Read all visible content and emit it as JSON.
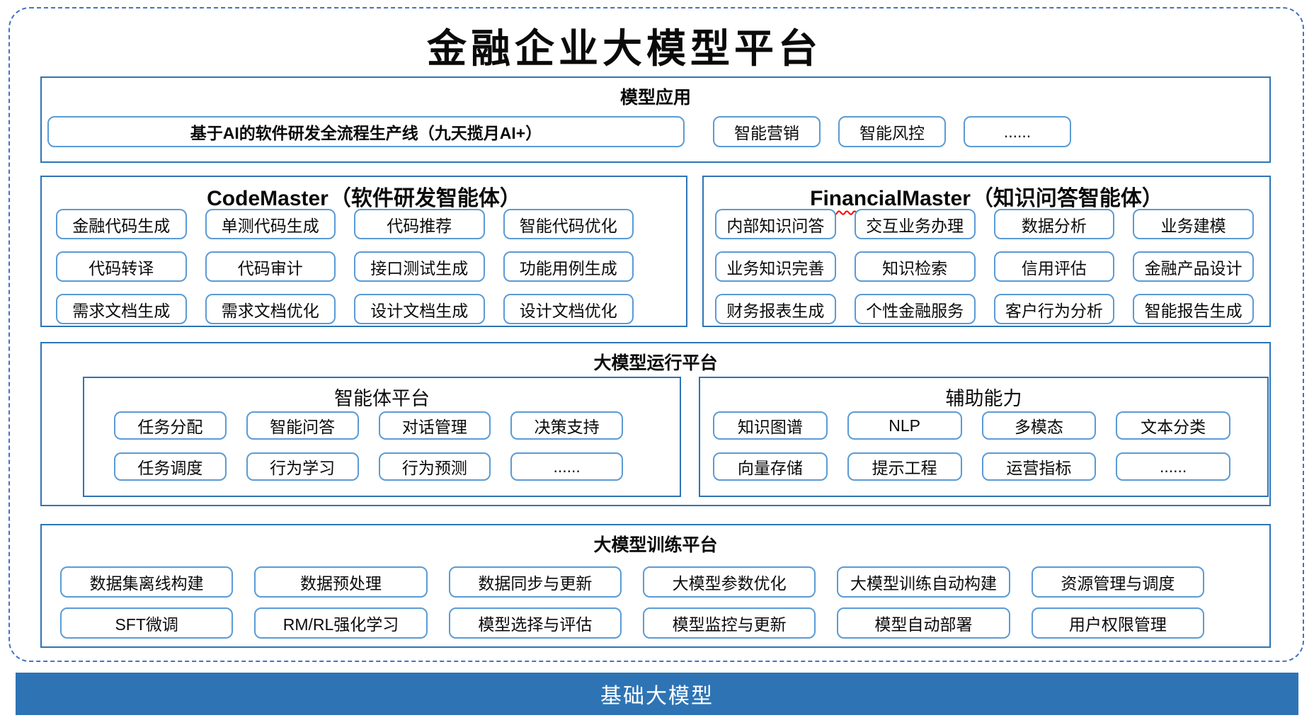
{
  "title": "金融企业大模型平台",
  "colors": {
    "section_border": "#2E74B5",
    "pill_border": "#5B9BD5",
    "dashed_frame": "#4472C4",
    "squiggle_red": "#FF0000",
    "base_bar_bg": "#2E74B5",
    "base_bar_text": "#FFFFFF"
  },
  "model_app": {
    "header": "模型应用",
    "pipeline": "基于AI的软件研发全流程生产线（九天揽月AI+）",
    "items": [
      "智能营销",
      "智能风控",
      "......"
    ]
  },
  "code_master": {
    "title_en": "CodeMaster",
    "title_zh": "（软件研发智能体）",
    "items": [
      "金融代码生成",
      "单测代码生成",
      "代码推荐",
      "智能代码优化",
      "代码转译",
      "代码审计",
      "接口测试生成",
      "功能用例生成",
      "需求文档生成",
      "需求文档优化",
      "设计文档生成",
      "设计文档优化"
    ]
  },
  "financial_master": {
    "title_en": "FinancialMaster",
    "title_zh": "（知识问答智能体）",
    "items": [
      "内部知识问答",
      "交互业务办理",
      "数据分析",
      "业务建模",
      "业务知识完善",
      "知识检索",
      "信用评估",
      "金融产品设计",
      "财务报表生成",
      "个性金融服务",
      "客户行为分析",
      "智能报告生成"
    ]
  },
  "runtime": {
    "header": "大模型运行平台",
    "agent_platform": {
      "title": "智能体平台",
      "items": [
        "任务分配",
        "智能问答",
        "对话管理",
        "决策支持",
        "任务调度",
        "行为学习",
        "行为预测",
        "......"
      ]
    },
    "aux": {
      "title": "辅助能力",
      "items": [
        "知识图谱",
        "NLP",
        "多模态",
        "文本分类",
        "向量存储",
        "提示工程",
        "运营指标",
        "......"
      ]
    }
  },
  "training": {
    "header": "大模型训练平台",
    "items": [
      "数据集离线构建",
      "数据预处理",
      "数据同步与更新",
      "大模型参数优化",
      "大模型训练自动构建",
      "资源管理与调度",
      "SFT微调",
      "RM/RL强化学习",
      "模型选择与评估",
      "模型监控与更新",
      "模型自动部署",
      "用户权限管理"
    ]
  },
  "base_model": {
    "label": "基础大模型"
  }
}
